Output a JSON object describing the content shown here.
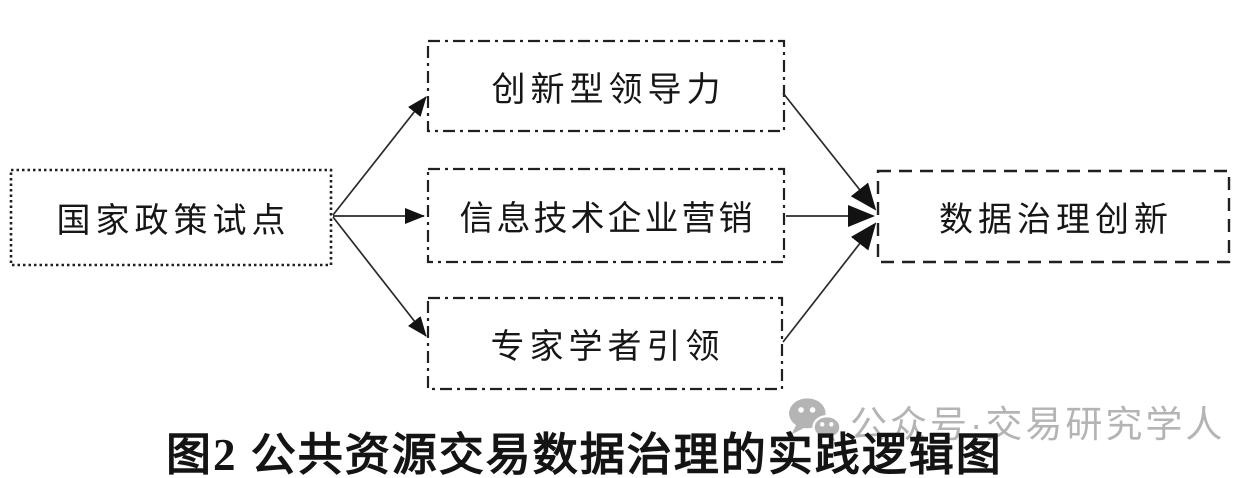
{
  "diagram": {
    "background": "#ffffff",
    "ink_color": "#1b1b1b",
    "nodes": [
      {
        "id": "source",
        "label": "国家政策试点",
        "border_style": "dotted",
        "role": "antecedent"
      },
      {
        "id": "leadership",
        "label": "创新型领导力",
        "border_style": "dash-dot",
        "role": "mediator"
      },
      {
        "id": "marketing",
        "label": "信息技术企业营销",
        "border_style": "dash-dot",
        "role": "mediator"
      },
      {
        "id": "experts",
        "label": "专家学者引领",
        "border_style": "dash-dot",
        "role": "mediator"
      },
      {
        "id": "outcome",
        "label": "数据治理创新",
        "border_style": "dashed",
        "role": "outcome"
      }
    ],
    "edges": [
      {
        "from": "国家政策试点",
        "to": "创新型领导力"
      },
      {
        "from": "国家政策试点",
        "to": "信息技术企业营销"
      },
      {
        "from": "国家政策试点",
        "to": "专家学者引领"
      },
      {
        "from": "创新型领导力",
        "to": "数据治理创新"
      },
      {
        "from": "信息技术企业营销",
        "to": "数据治理创新"
      },
      {
        "from": "专家学者引领",
        "to": "数据治理创新"
      }
    ],
    "caption": "图2 公共资源交易数据治理的实践逻辑图",
    "watermark": {
      "icon": "wechat-icon",
      "text": "公众号·交易研究学人",
      "color": "#b4b4b4"
    }
  }
}
